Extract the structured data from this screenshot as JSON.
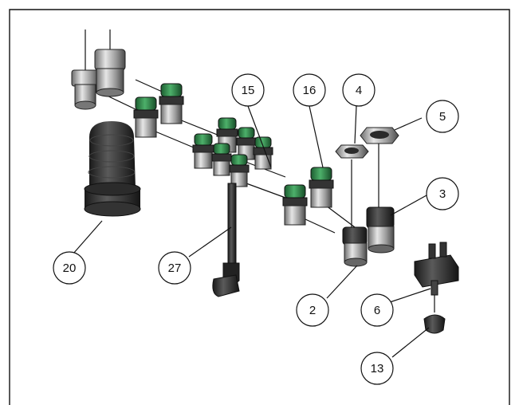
{
  "diagram": {
    "colors": {
      "frame": "#111111",
      "metal_light": "#d9d9d9",
      "metal_mid": "#a6a6a6",
      "metal_dark": "#555555",
      "nut_dark": "#2b2b2b",
      "green": "#2f8a4a",
      "green_dark": "#1c5c30",
      "black_part": "#1c1c1c"
    },
    "callouts": [
      {
        "id": "c15",
        "label": "15"
      },
      {
        "id": "c16",
        "label": "16"
      },
      {
        "id": "c4",
        "label": "4"
      },
      {
        "id": "c5",
        "label": "5"
      },
      {
        "id": "c3",
        "label": "3"
      },
      {
        "id": "c20",
        "label": "20"
      },
      {
        "id": "c27",
        "label": "27"
      },
      {
        "id": "c2",
        "label": "2"
      },
      {
        "id": "c6",
        "label": "6"
      },
      {
        "id": "c13",
        "label": "13"
      }
    ]
  }
}
